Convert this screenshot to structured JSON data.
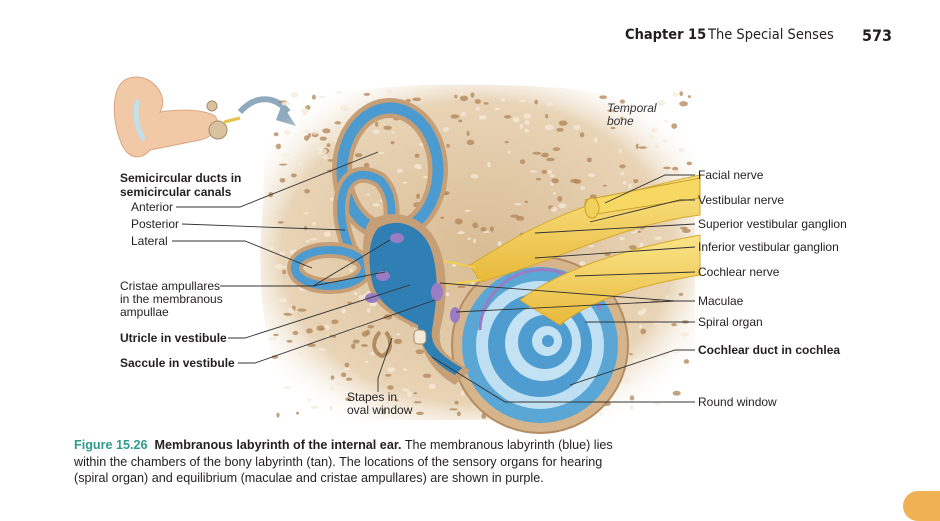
{
  "header": {
    "chapter": "Chapter 15",
    "chapter_title": "The Special Senses",
    "page_number": "573"
  },
  "figure": {
    "labels_left": {
      "semicircular_heading_1": "Semicircular ducts in",
      "semicircular_heading_2": "semicircular canals",
      "anterior": "Anterior",
      "posterior": "Posterior",
      "lateral": "Lateral",
      "cristae_1": "Cristae ampullares",
      "cristae_2": "in the membranous",
      "cristae_3": "ampullae",
      "utricle": "Utricle in vestibule",
      "saccule": "Saccule in vestibule"
    },
    "labels_bottom": {
      "stapes_1": "Stapes in",
      "stapes_2": "oval window"
    },
    "labels_top": {
      "temporal_1": "Temporal",
      "temporal_2": "bone"
    },
    "labels_right": {
      "facial_nerve": "Facial nerve",
      "vestibular_nerve": "Vestibular nerve",
      "superior_ganglion": "Superior vestibular ganglion",
      "inferior_ganglion": "Inferior vestibular ganglion",
      "cochlear_nerve": "Cochlear nerve",
      "maculae": "Maculae",
      "spiral_organ": "Spiral organ",
      "cochlear_duct": "Cochlear duct in cochlea",
      "round_window": "Round window"
    },
    "colors": {
      "bone": "#dcc3a0",
      "membranous": "#3f8fc4",
      "nerve": "#f3d14a",
      "sensory": "#9a7cc4",
      "caption_accent": "#2e9b8c"
    }
  },
  "caption": {
    "number": "Figure 15.26",
    "title": "Membranous labyrinth of the internal ear.",
    "text": "The membranous labyrinth (blue) lies within the chambers of the bony labyrinth (tan). The locations of the sensory organs for hearing (spiral organ) and equilibrium (maculae and cristae ampullares) are shown in purple."
  }
}
